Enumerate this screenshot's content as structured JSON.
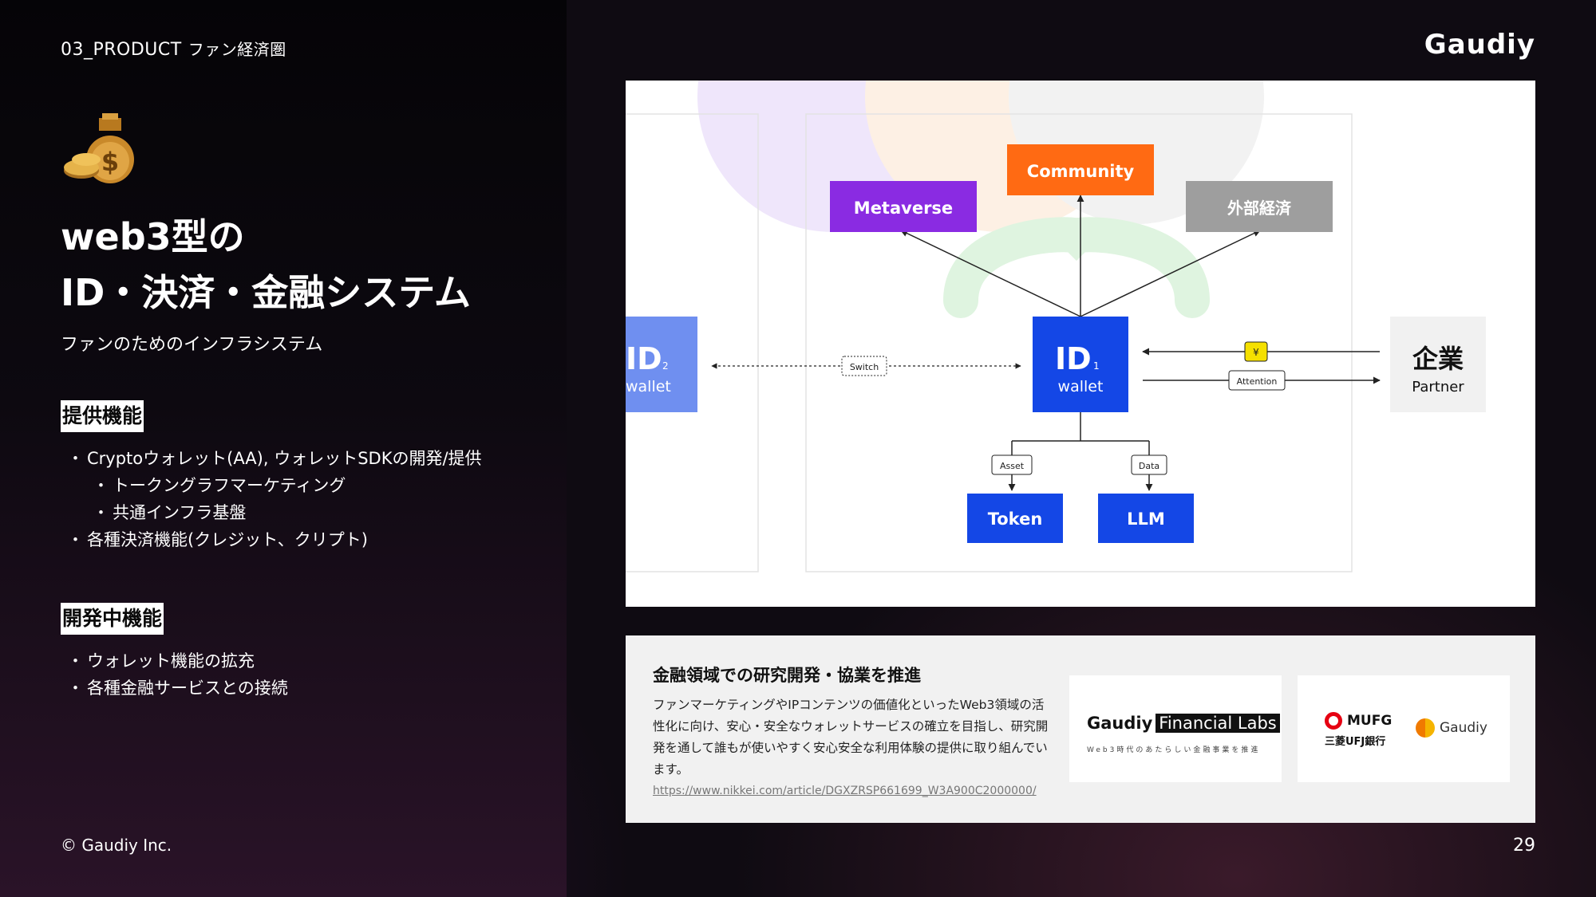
{
  "header": {
    "section": "03_PRODUCT",
    "section_sub": "ファン経済圏",
    "logo": "Gaudiy"
  },
  "icons": {
    "moneybag": "money-bag-icon"
  },
  "left": {
    "title_line1": "web3型の",
    "title_line2": "ID・決済・金融システム",
    "subtitle": "ファンのためのインフラシステム",
    "provided_tag": "提供機能",
    "provided_items": [
      "Cryptoウォレット(AA), ウォレットSDKの開発/提供",
      "トークングラフマーケティング",
      "共通インフラ基盤",
      "各種決済機能(クレジット、クリプト)"
    ],
    "dev_tag": "開発中機能",
    "dev_items": [
      "ウォレット機能の拡充",
      "各種金融サービスとの接続"
    ]
  },
  "diagram": {
    "community": "Community",
    "metaverse": "Metaverse",
    "external": "外部経済",
    "id_main": "ID",
    "id_main_sub": "1",
    "id_main_wallet": "wallet",
    "id_left": "ID",
    "id_left_sub": "2",
    "id_left_wallet": "wallet",
    "switch": "Switch",
    "yen": "¥",
    "attention": "Attention",
    "partner_jp": "企業",
    "partner_en": "Partner",
    "asset": "Asset",
    "data": "Data",
    "token": "Token",
    "llm": "LLM",
    "colors": {
      "community": "#ff6a13",
      "metaverse": "#8a2be2",
      "external": "#9e9e9e",
      "id": "#1447e6",
      "id_left": "#6f8ff0",
      "token": "#1447e6",
      "yen": "#f5e000"
    }
  },
  "bottom": {
    "title": "金融領域での研究開発・協業を推進",
    "body": "ファンマーケティングやIPコンテンツの価値化といったWeb3領域の活性化に向け、安心・安全なウォレットサービスの確立を目指し、研究開発を通して誰もが使いやすく安心安全な利用体験の提供に取り組んでいます。",
    "link": "https://www.nikkei.com/article/DGXZRSP661699_W3A900C2000000/",
    "gfl_name": "Gaudiy",
    "gfl_highlight": "Financial Labs",
    "gfl_tagline": "Web3時代のあたらしい金融事業を推進",
    "mufg": "MUFG",
    "mufg_bank": "三菱UFJ銀行",
    "gaudiy_small": "Gaudiy"
  },
  "footer": {
    "copyright": "© Gaudiy Inc.",
    "page": "29"
  }
}
